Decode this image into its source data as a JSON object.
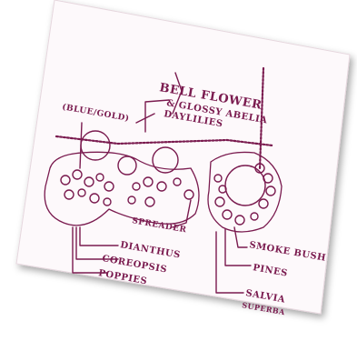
{
  "sketch": {
    "ink_color": "#7a1b4f",
    "paper_color": "#fdf9fb",
    "labels": {
      "bell_flower": "BELL FLOWER",
      "glossy_abelia": "& GLOSSY ABELIA",
      "day_lilies": "DAYLILIES",
      "blue_gold": "(BLUE/GOLD)",
      "spreader": "SPREADER",
      "dianthus": "DIANTHUS",
      "coreopsis": "COREOPSIS",
      "poppies": "POPPIES",
      "smoke_bush": "SMOKE BUSH",
      "pines": "PINES",
      "salvia": "SALVIA",
      "salvia_sub": "SUPERBA"
    }
  }
}
